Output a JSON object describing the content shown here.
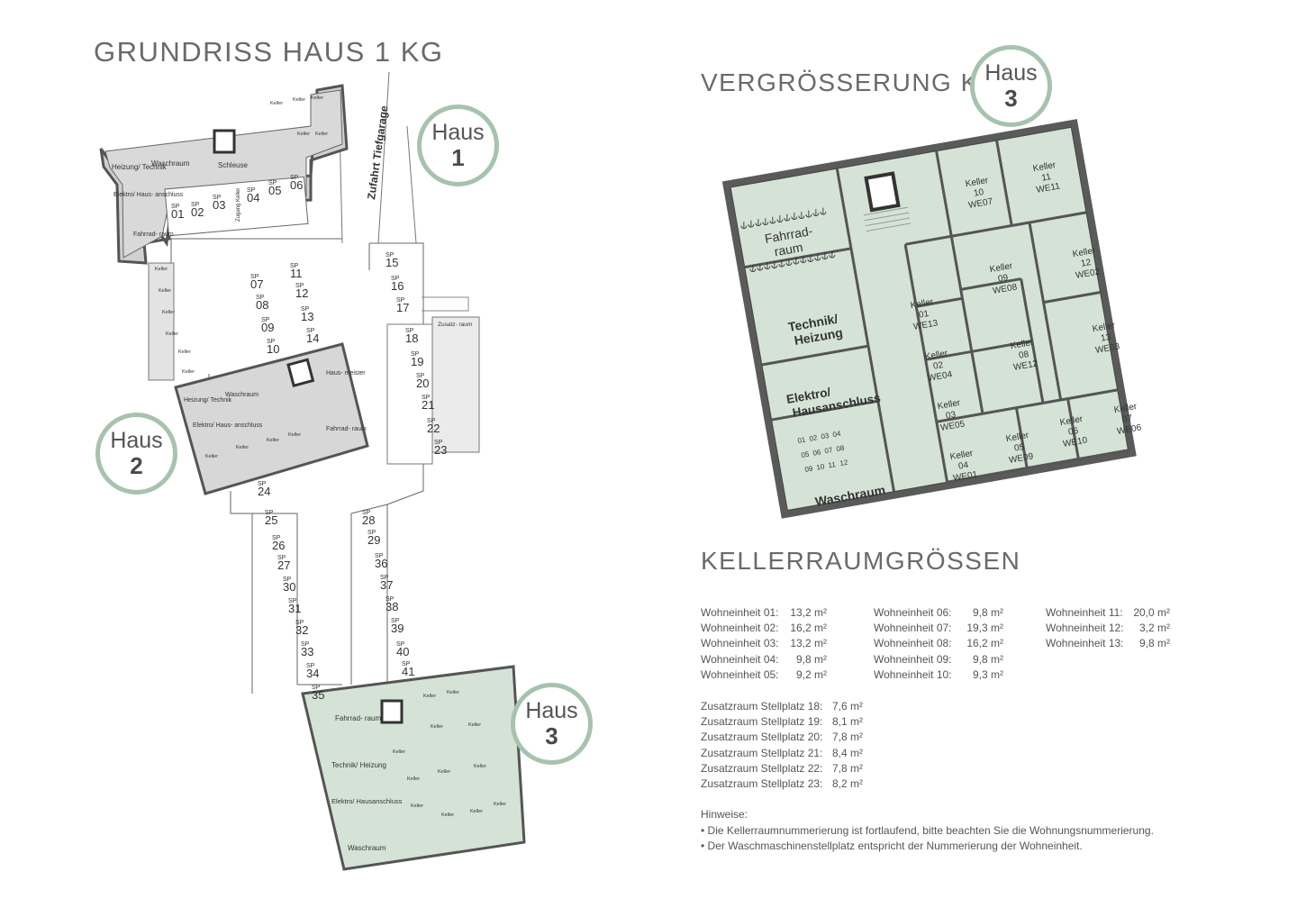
{
  "titles": {
    "plan": "GRUNDRISS HAUS 1 KG",
    "zoom": "VERGRÖSSERUNG KG",
    "sizes": "KELLERRAUMGRÖSSEN"
  },
  "badges": {
    "haus_word": "Haus",
    "haus1": "1",
    "haus2": "2",
    "haus3": "3",
    "haus3_zoom": "3"
  },
  "plan_labels": {
    "zufahrt": "Zufahrt Tiefgarage",
    "sp": "SP",
    "heizung_technik": "Heizung/ Technik",
    "waschraum": "Waschraum",
    "hausmeister": "Haus- meister",
    "schleuse": "Schleuse",
    "elektro": "Elektro/ Haus- anschluss",
    "fahrradraum": "Fahrrad- raum",
    "zugang_keller": "Zugang Keller",
    "keller": "Keller",
    "technik_heizung": "Technik/ Heizung",
    "elektro_hausanschluss": "Elektro/ Hausanschluss",
    "zusatzraum": "Zusatz- raum"
  },
  "parking_spots": [
    "01",
    "02",
    "03",
    "04",
    "05",
    "06",
    "07",
    "08",
    "09",
    "10",
    "11",
    "12",
    "13",
    "14",
    "15",
    "16",
    "17",
    "18",
    "19",
    "20",
    "21",
    "22",
    "23",
    "24",
    "25",
    "26",
    "27",
    "28",
    "29",
    "30",
    "31",
    "32",
    "33",
    "34",
    "35",
    "36",
    "37",
    "38",
    "39",
    "40",
    "41"
  ],
  "zoom_labels": {
    "fahrradraum": "Fahrrad- raum",
    "technik": "Technik/ Heizung",
    "elektro": "Elektro/ Hausanschluss",
    "waschraum": "Waschraum",
    "keller": "Keller",
    "wash_numbers": [
      "01",
      "02",
      "03",
      "04",
      "05",
      "06",
      "07",
      "08",
      "09",
      "10",
      "11",
      "12"
    ],
    "rooms": [
      {
        "nr": "10",
        "we": "WE07"
      },
      {
        "nr": "11",
        "we": "WE11"
      },
      {
        "nr": "09",
        "we": "WE08"
      },
      {
        "nr": "12",
        "we": "WE02"
      },
      {
        "nr": "01",
        "we": "WE13"
      },
      {
        "nr": "02",
        "we": "WE04"
      },
      {
        "nr": "08",
        "we": "WE12"
      },
      {
        "nr": "13",
        "we": "WE03"
      },
      {
        "nr": "03",
        "we": "WE05"
      },
      {
        "nr": "04",
        "we": "WE01"
      },
      {
        "nr": "05",
        "we": "WE09"
      },
      {
        "nr": "06",
        "we": "WE10"
      },
      {
        "nr": "07",
        "we": "WE06"
      }
    ]
  },
  "wohneinheiten": [
    [
      {
        "label": "Wohneinheit 01:",
        "value": "13,2 m²"
      },
      {
        "label": "Wohneinheit 02:",
        "value": "16,2 m²"
      },
      {
        "label": "Wohneinheit 03:",
        "value": "13,2 m²"
      },
      {
        "label": "Wohneinheit 04:",
        "value": "9,8 m²"
      },
      {
        "label": "Wohneinheit 05:",
        "value": "9,2 m²"
      }
    ],
    [
      {
        "label": "Wohneinheit 06:",
        "value": "9,8 m²"
      },
      {
        "label": "Wohneinheit 07:",
        "value": "19,3 m²"
      },
      {
        "label": "Wohneinheit 08:",
        "value": "16,2 m²"
      },
      {
        "label": "Wohneinheit 09:",
        "value": "9,8 m²"
      },
      {
        "label": "Wohneinheit 10:",
        "value": "9,3 m²"
      }
    ],
    [
      {
        "label": "Wohneinheit 11:",
        "value": "20,0 m²"
      },
      {
        "label": "Wohneinheit 12:",
        "value": "3,2 m²"
      },
      {
        "label": "Wohneinheit 13:",
        "value": "9,8 m²"
      }
    ]
  ],
  "zusatzraeume": [
    {
      "label": "Zusatzraum Stellplatz 18:",
      "value": "7,6 m²"
    },
    {
      "label": "Zusatzraum Stellplatz 19:",
      "value": "8,1 m²"
    },
    {
      "label": "Zusatzraum Stellplatz 20:",
      "value": "7,8 m²"
    },
    {
      "label": "Zusatzraum Stellplatz 21:",
      "value": "8,4 m²"
    },
    {
      "label": "Zusatzraum Stellplatz 22:",
      "value": "7,8 m²"
    },
    {
      "label": "Zusatzraum Stellplatz 23:",
      "value": "8,2 m²"
    }
  ],
  "hinweise": {
    "heading": "Hinweise:",
    "items": [
      "• Die Kellerraumnummerierung ist fortlaufend, bitte beachten Sie die Wohnungsnummerierung.",
      "• Der Waschmaschinenstellplatz entspricht der Nummerierung der Wohneinheit."
    ]
  },
  "colors": {
    "green_fill": "#d5e3d6",
    "badge_ring": "#a6c3ad",
    "wall_dark": "#5e5e5e",
    "gray_fill": "#cfcfcf"
  }
}
